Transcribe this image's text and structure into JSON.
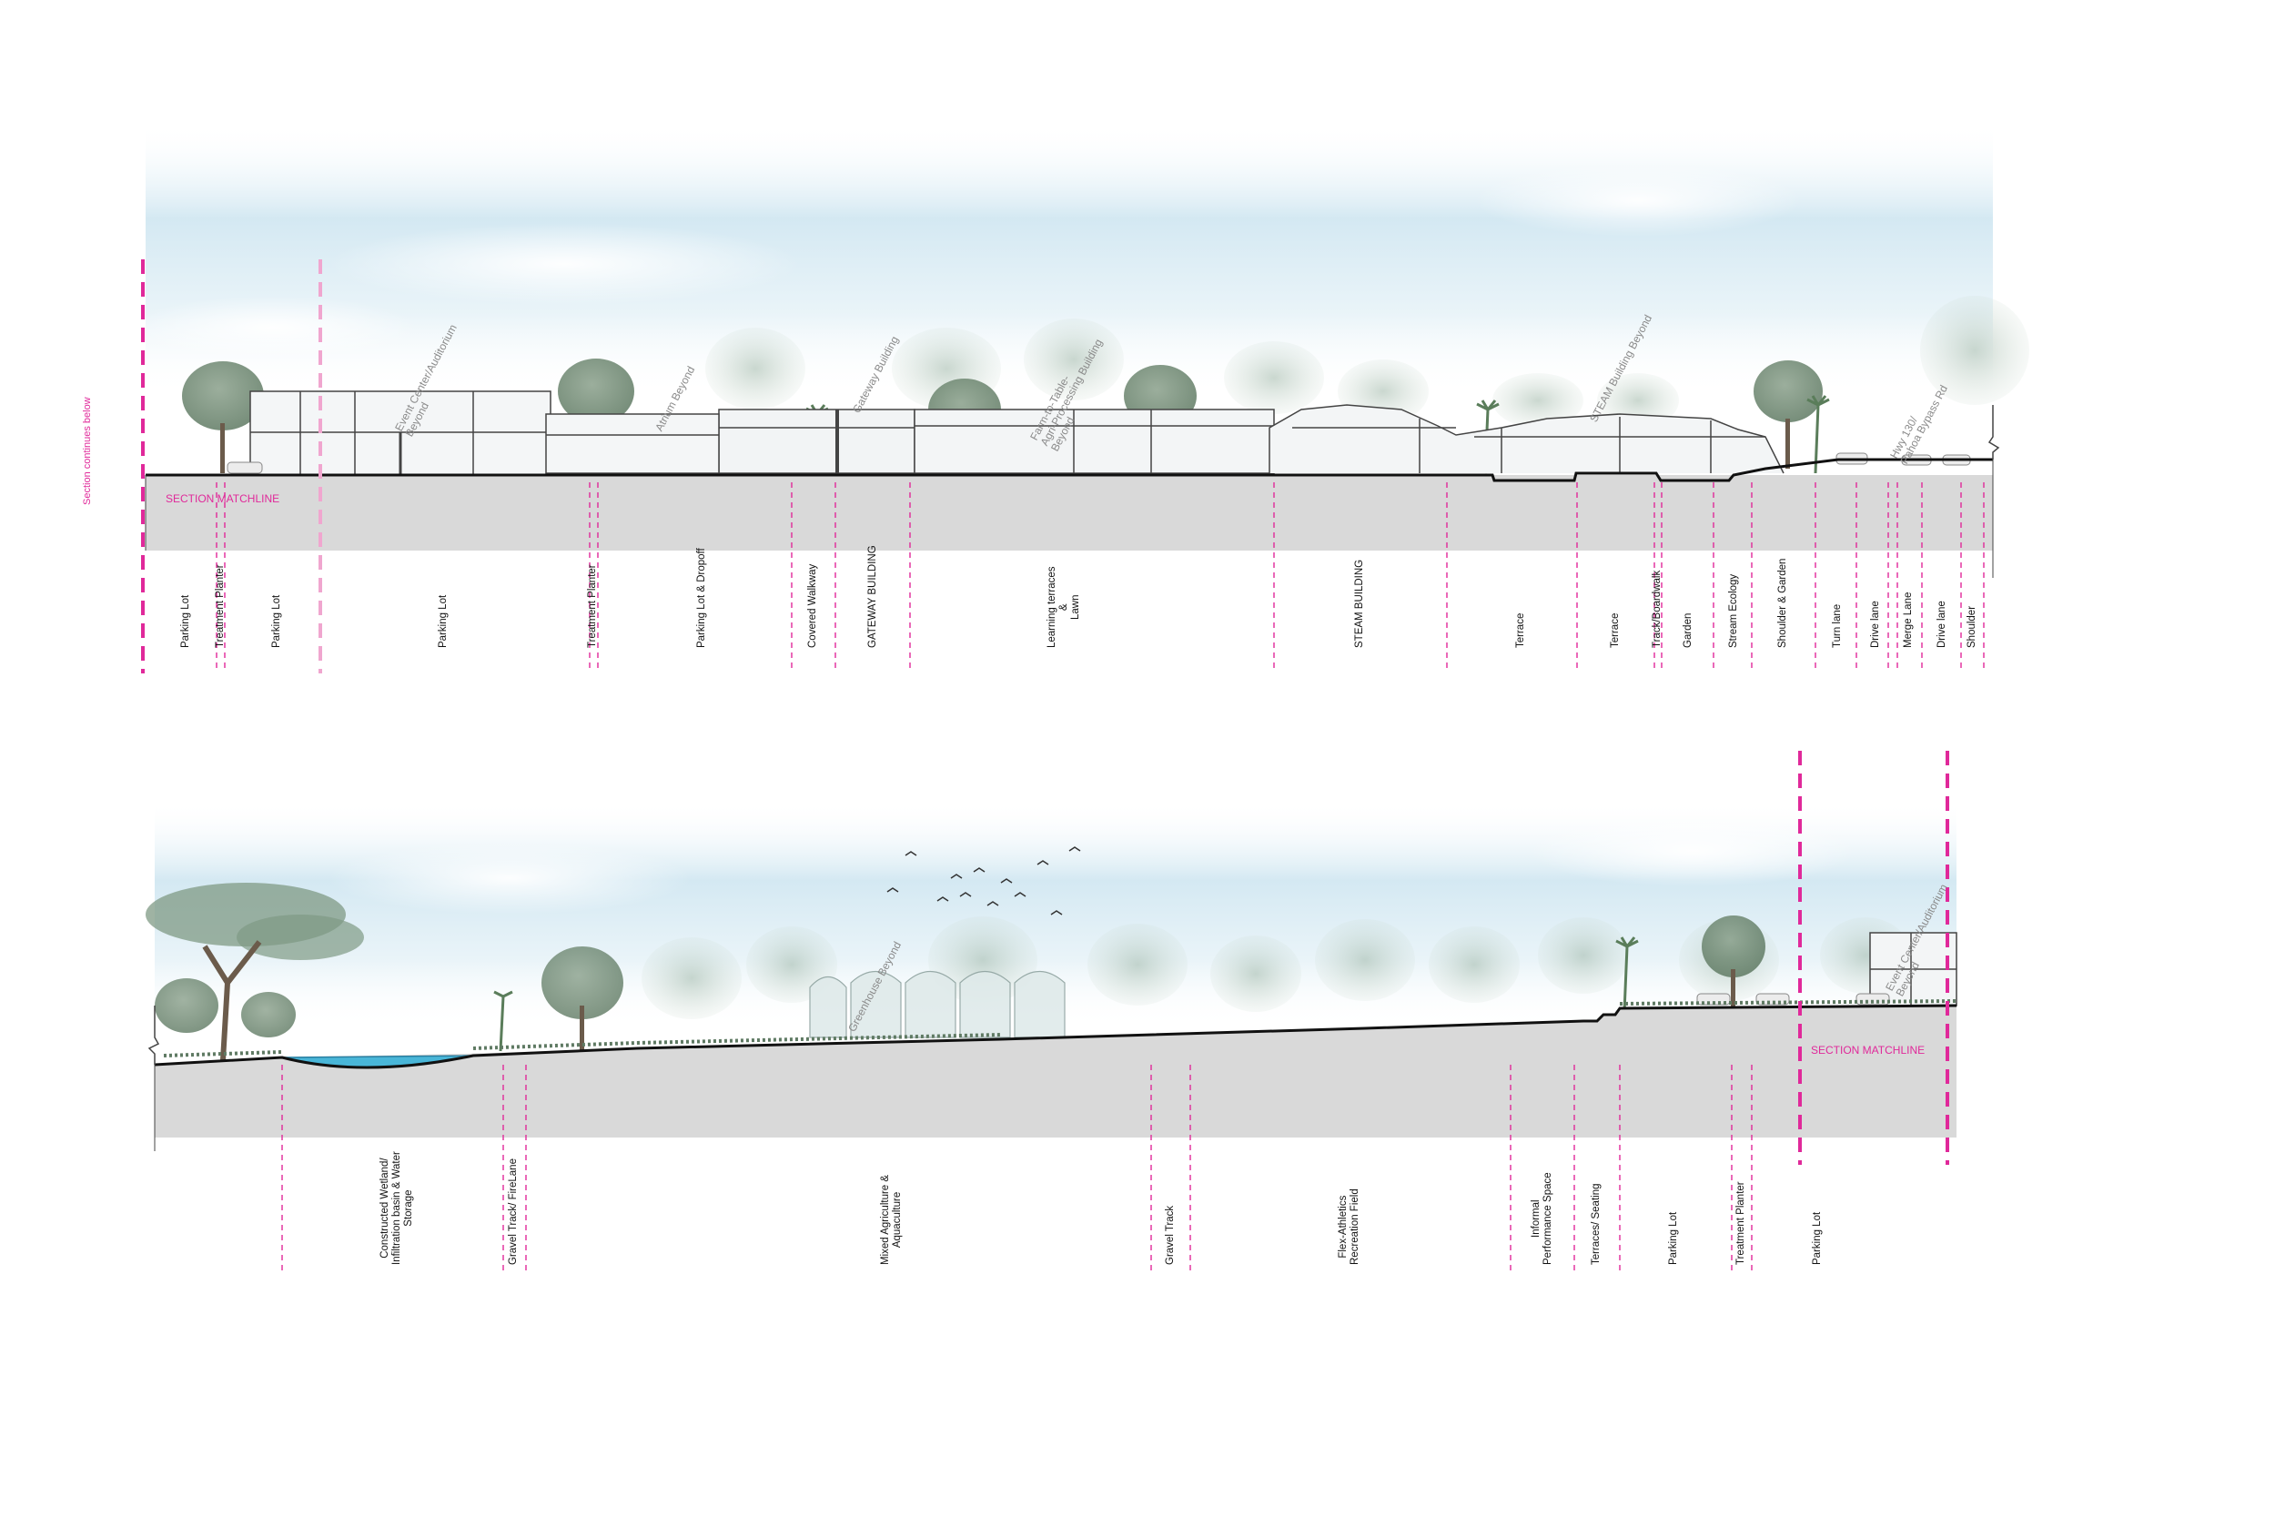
{
  "note": "Section continues below",
  "matchline_label": "SECTION MATCHLINE",
  "colors": {
    "accent": "#e0299a",
    "ground": "#d9d9d9",
    "water": "#49b6d8",
    "sky": "#cfe6f1"
  },
  "top_section": {
    "beyond_labels": [
      "Event Center/Auditorium\nBeyond",
      "Atrium Beyond",
      "Gateway Building",
      "Farm-to-Table-\nAgri-Processing Building\nBeyond",
      "STEAM Building Beyond",
      "Hwy 130/\nPahoa Bypass Rd"
    ],
    "zones": [
      "Parking Lot",
      "Treatment Planter",
      "Parking Lot",
      "Parking Lot",
      "Treatment Planter",
      "Parking Lot & Dropoff",
      "Covered Walkway",
      "GATEWAY BUILDING",
      "Learning terraces\n&\nLawn",
      "STEAM BUILDING",
      "Terrace",
      "Terrace",
      "Track/Boardwalk",
      "Garden",
      "Stream Ecology",
      "Shoulder & Garden",
      "Turn lane",
      "Drive lane",
      "Merge Lane",
      "Drive lane",
      "Shoulder"
    ]
  },
  "bottom_section": {
    "beyond_labels": [
      "Greenhouse Beyond",
      "Event Center/Auditorium\nBeyond"
    ],
    "zones": [
      "Constructed Wetland/\nInfiltration basin & Water\nStorage",
      "Gravel Track/ FireLane",
      "Mixed Agriculture &\nAquaculture",
      "Gravel Track",
      "Flex-Athletics\nRecreation Field",
      "Informal\nPerformance Space",
      "Terraces/ Seating",
      "Parking Lot",
      "Treatment Planter",
      "Parking Lot"
    ]
  }
}
